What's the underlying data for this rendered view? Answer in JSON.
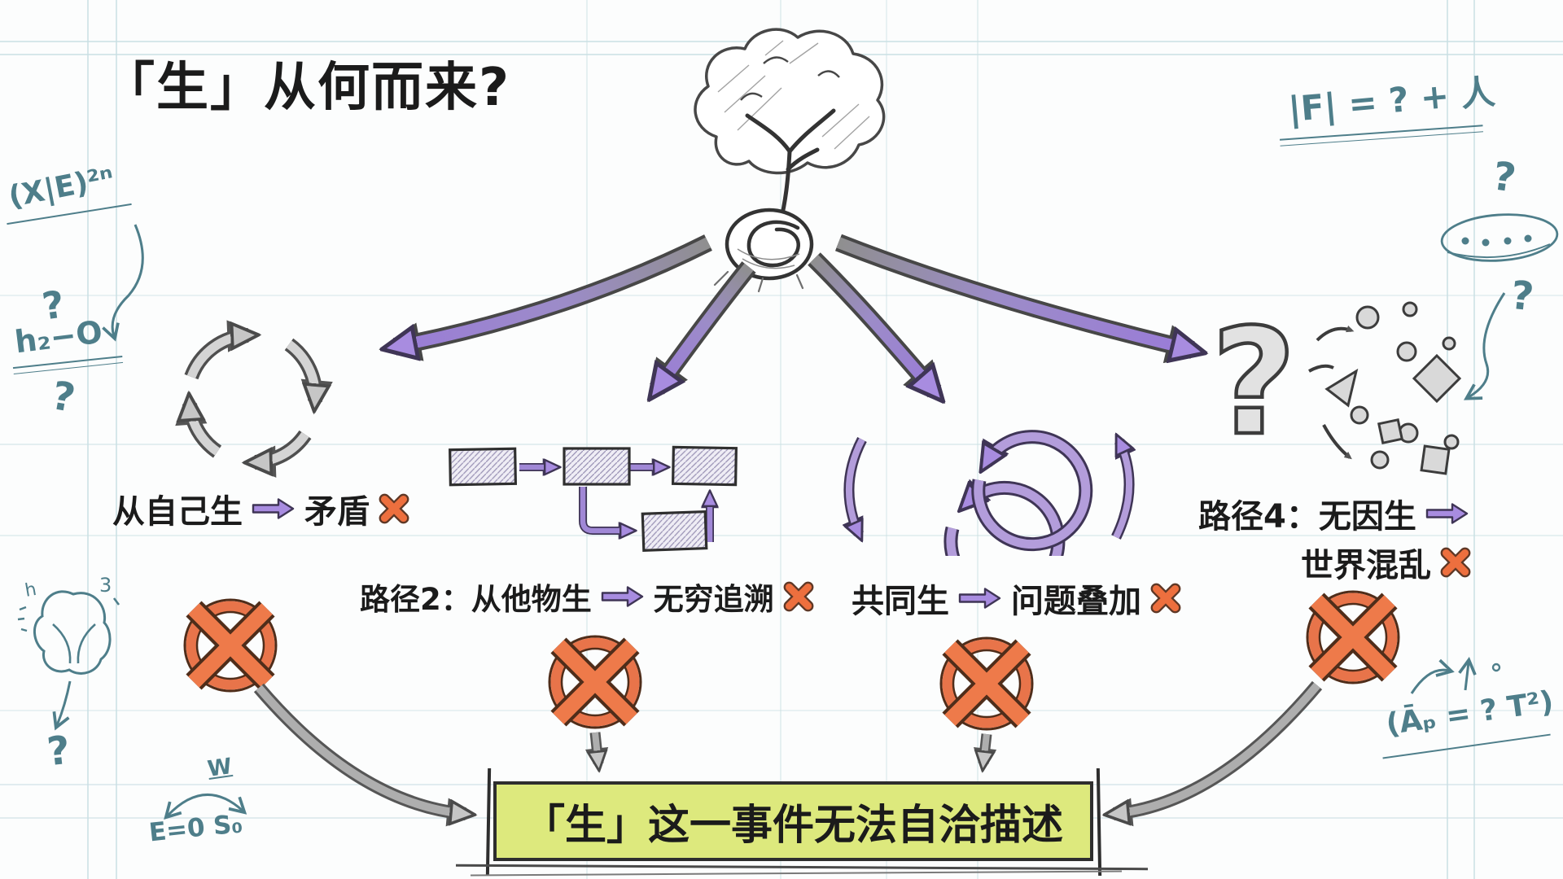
{
  "title": "「生」从何而来?",
  "paths": [
    {
      "cause": "从自己生",
      "result": "矛盾",
      "icon": "cycle-icon"
    },
    {
      "cause": "路径2：从他物生",
      "result": "无穷追溯",
      "icon": "flowchart-icon"
    },
    {
      "cause": "共同生",
      "result": "问题叠加",
      "icon": "mutual-arising-loop-icon"
    },
    {
      "cause": "路径4：无因生",
      "result": "世界混乱",
      "icon": "chaos-question-icon"
    }
  ],
  "conclusion": "「生」这一事件无法自洽描述",
  "doodles": {
    "top_right_formula": "|F| = ? + 人",
    "left_formula_1": "(X|E)²ⁿ",
    "left_question_1": "?",
    "left_formula_2": "h₂−O",
    "left_question_2": "?",
    "brain_mark_left": "h",
    "brain_mark_right": "3",
    "brain_question": "?",
    "bottom_left_label": "W",
    "bottom_left_term_1": "E=0",
    "bottom_left_term_2": "S₀",
    "right_question_1": "?",
    "right_question_2": "?",
    "bottom_right_formula": "(Āₚ = ? T²)"
  },
  "colors": {
    "arrow_purple": "#a88ce0",
    "cross_orange": "#ed6f3e",
    "doodle_teal": "#4e7e8a",
    "conclusion_highlight": "#dde97d",
    "grid_blue": "#cadfe3",
    "sketch_gray": "#474747"
  }
}
